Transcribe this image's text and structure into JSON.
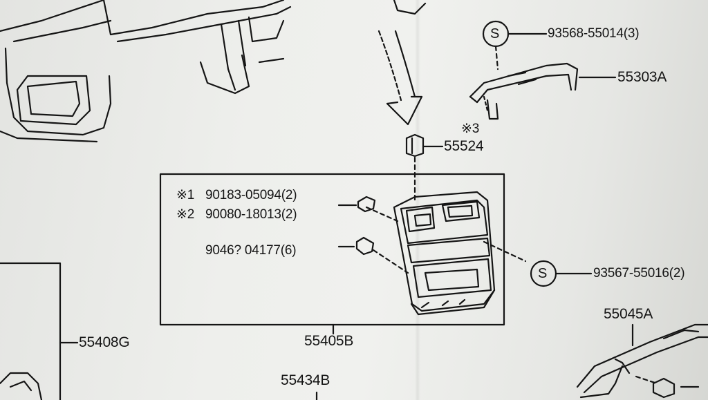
{
  "diagram": {
    "labels": {
      "top_bolt": "93568-55014(3)",
      "bracket_upper": "55303A",
      "note_3": "※3",
      "clip": "55524",
      "note_1_mark": "※1",
      "note_1_part": "90183-05094(2)",
      "note_2_mark": "※2",
      "note_2_part": "90080-18013(2)",
      "clip_grommet": "9046? 04177(6)",
      "side_bolt": "93567-55016(2)",
      "bracket_lower": "55045A",
      "left_panel": "55408G",
      "center_panel": "55405B",
      "bottom_panel": "55434B"
    },
    "symbols": {
      "s_top": "S",
      "s_side": "S"
    },
    "colors": {
      "ink": "#151515",
      "paper": "#eeefec"
    }
  }
}
